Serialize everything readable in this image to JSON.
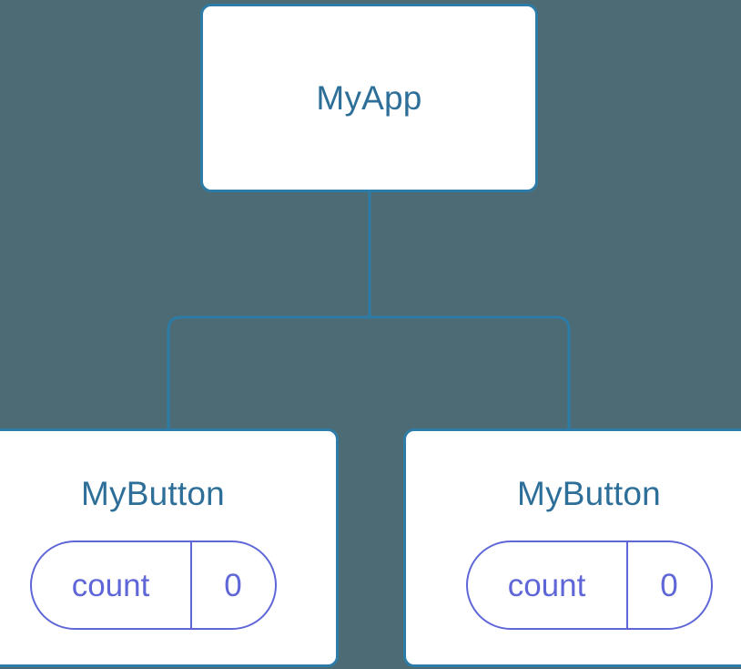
{
  "diagram": {
    "type": "component-tree",
    "background_color": "#4d6b74",
    "node_border_color": "#2d7ca8",
    "node_fill_color": "#ffffff",
    "node_label_color": "#2d6f99",
    "state_accent_color": "#5f67d8",
    "connector_color": "#2d7ca8"
  },
  "root": {
    "label": "MyApp"
  },
  "children": [
    {
      "label": "MyButton",
      "state": {
        "key": "count",
        "value": "0"
      }
    },
    {
      "label": "MyButton",
      "state": {
        "key": "count",
        "value": "0"
      }
    }
  ]
}
